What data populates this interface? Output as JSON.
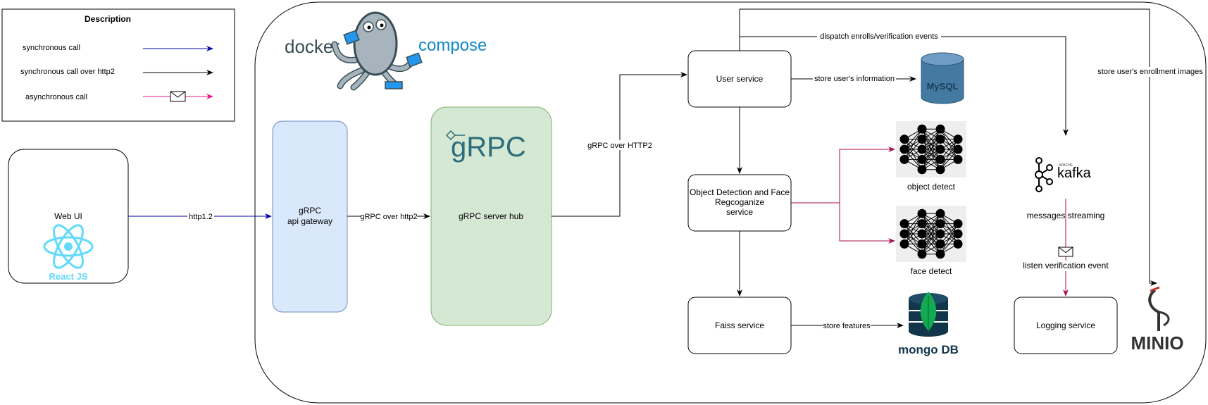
{
  "legend": {
    "title": "Description",
    "sync": "synchronous call",
    "sync_http2": "synchronous call over http2",
    "async": "asynchronous call"
  },
  "colors": {
    "sync_arrow": "#0000aa",
    "sync_http2_arrow": "#000000",
    "async_arrow": "#e8178a",
    "async_edge": "#a50f4f",
    "gateway_fill": "#dae8fc",
    "gateway_stroke": "#6c8ebf",
    "hub_fill": "#d5e8d4",
    "hub_stroke": "#82b366",
    "docker_text": "#384d54",
    "compose_text": "#1488c6",
    "react": "#61dafb",
    "mysql": "#4479a1",
    "mongo_leaf": "#13aa52",
    "mongo_db": "#11354a",
    "grpc_text": "#2b6d7b"
  },
  "platform": {
    "docker": "docker",
    "compose": "compose"
  },
  "nodes": {
    "web_ui": "Web UI",
    "react": "React JS",
    "gateway_line1": "gRPC",
    "gateway_line2": "api gateway",
    "grpc_logo": "gRPC",
    "hub": "gRPC server hub",
    "user": "User service",
    "odfr_line1": "Object Detection and Face",
    "odfr_line2": "Regcoganize",
    "odfr_line3": "service",
    "faiss": "Faiss service",
    "logging": "Logging service",
    "object_detect": "object detect",
    "face_detect": "face detect",
    "mysql": "MySQL",
    "mongo": "mongo DB",
    "kafka_small": "APACHE",
    "kafka": "kafka",
    "minio": "MINIO"
  },
  "edges": {
    "http12": "http1.2",
    "grpc_http2": "gRPC over http2",
    "grpc_HTTP2": "gRPC over HTTP2",
    "dispatch": "dispatch enrolls/verification events",
    "store_info": "store user's information",
    "store_images": "store user's enrollment images",
    "store_features": "store features",
    "messages_streaming": "messages streaming",
    "listen": "listen verification event"
  }
}
